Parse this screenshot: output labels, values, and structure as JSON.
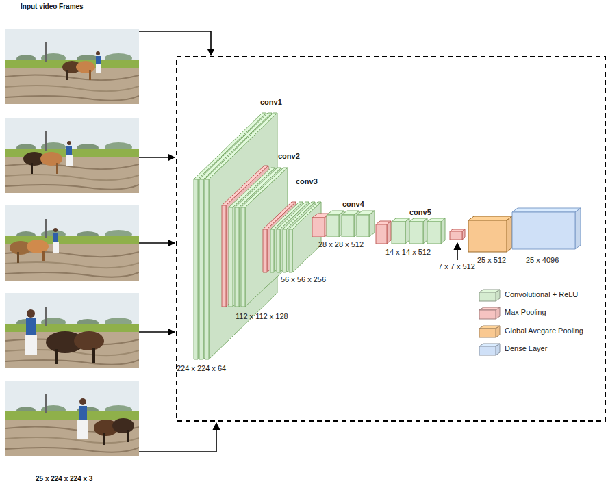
{
  "diagram": {
    "nodes": [
      {
        "text": [
          "conv1",
          "224 x 224 x 64"
        ]
      },
      {
        "text": [
          "conv2",
          "112 x 112 x 128"
        ]
      },
      {
        "text": [
          "conv3",
          "56 x 56 x 256"
        ]
      },
      {
        "text": [
          "conv4",
          "28 x 28 x 512"
        ]
      },
      {
        "text": [
          "conv5",
          "14 x 14 x 512"
        ]
      },
      {
        "text": [
          "7 x 7 x 512"
        ]
      },
      {
        "text": [
          "25 x 512"
        ]
      },
      {
        "text": [
          "25 x 4096"
        ]
      }
    ],
    "labels": [
      "Input video Frames",
      "25 x 224 x 224 x 3"
    ],
    "legend": [
      {
        "text": "Convolutional + ReLU",
        "color": "#d5ecd0"
      },
      {
        "text": "Max Pooling",
        "color": "#f6c3c1"
      },
      {
        "text": "Global Avegare Pooling",
        "color": "#f9c890"
      },
      {
        "text": "Dense Layer",
        "color": "#cfe0f7"
      }
    ]
  }
}
